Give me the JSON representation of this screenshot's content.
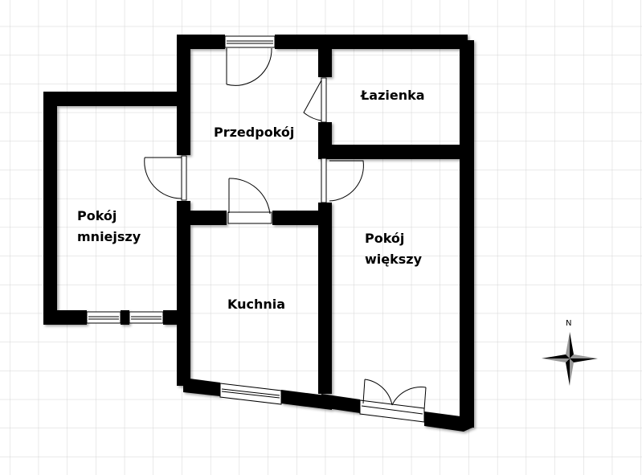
{
  "rooms": [
    {
      "id": "przedpokoj",
      "label": "Przedpokój"
    },
    {
      "id": "lazienka",
      "label": "Łazienka"
    },
    {
      "id": "pokoj-mniejszy",
      "label_line1": "Pokój",
      "label_line2": "mniejszy"
    },
    {
      "id": "kuchnia",
      "label": "Kuchnia"
    },
    {
      "id": "pokoj-wiekszy",
      "label_line1": "Pokój",
      "label_line2": "większy"
    }
  ],
  "compass": {
    "north_label": "N"
  },
  "colors": {
    "wall": "#000000",
    "grid": "#d4d4d4",
    "background": "#ffffff"
  }
}
